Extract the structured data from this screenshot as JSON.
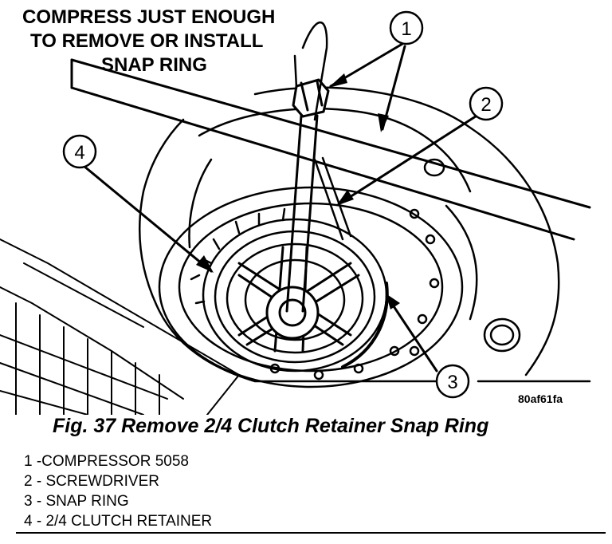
{
  "heading": {
    "line1": "COMPRESS JUST ENOUGH",
    "line2": "TO REMOVE OR INSTALL",
    "line3": "SNAP RING"
  },
  "callouts": [
    "1",
    "2",
    "3",
    "4"
  ],
  "figure_id": "80af61fa",
  "caption": "Fig. 37 Remove 2/4 Clutch Retainer Snap Ring",
  "legend": [
    "1 -COMPRESSOR 5058",
    "2 - SCREWDRIVER",
    "3 - SNAP RING",
    "4 - 2/4 CLUTCH RETAINER"
  ]
}
